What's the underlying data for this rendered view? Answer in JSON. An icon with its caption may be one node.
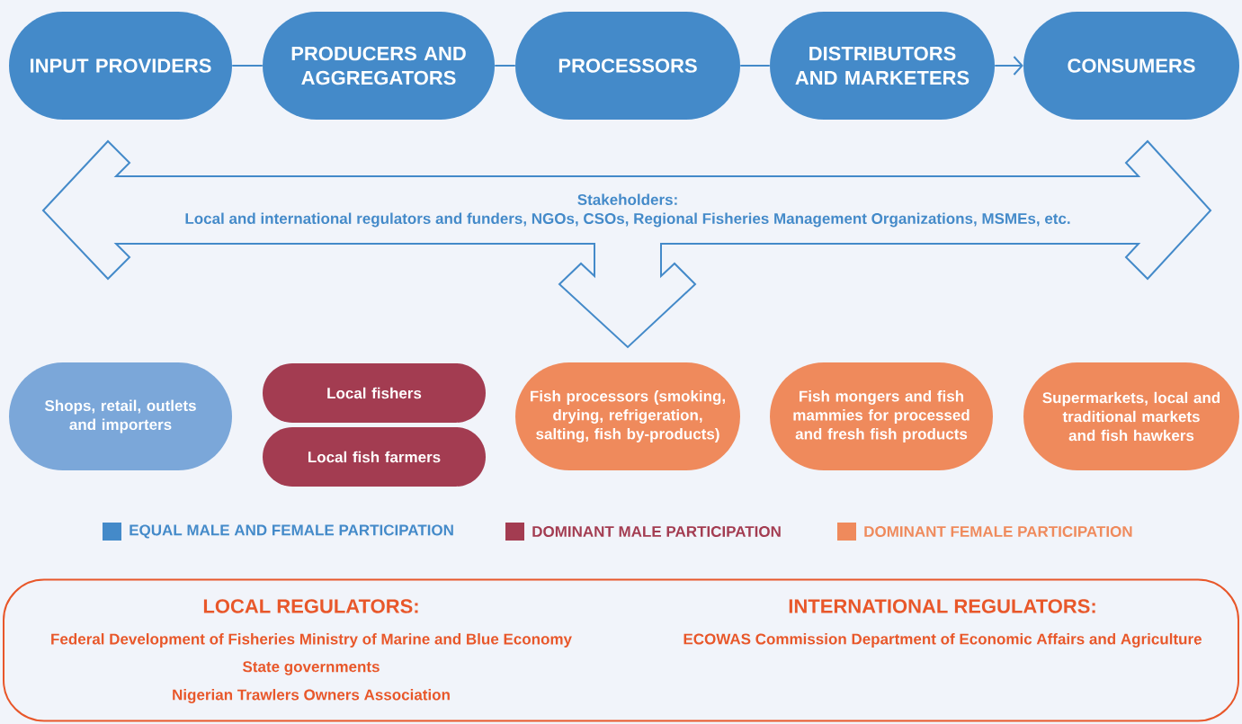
{
  "diagram": {
    "nodes": [
      {
        "text": [
          "INPUT PROVIDERS"
        ]
      },
      {
        "text": [
          "PRODUCERS AND AGGREGATORS"
        ]
      },
      {
        "text": [
          "PROCESSORS"
        ]
      },
      {
        "text": [
          "DISTRIBUTORS AND MARKETERS"
        ]
      },
      {
        "text": [
          "CONSUMERS"
        ]
      },
      {
        "text": [
          "Stakeholders:",
          "Local and international regulators and funders, NGOs, CSOs, Regional Fisheries Management Organizations, MSMEs, etc."
        ]
      },
      {
        "text": [
          "Shops, retail, outlets and importers"
        ]
      },
      {
        "text": [
          "Local fishers"
        ]
      },
      {
        "text": [
          "Local fish farmers"
        ]
      },
      {
        "text": [
          "Fish processors (smoking, drying, refrigeration, salting, fish by-products)"
        ]
      },
      {
        "text": [
          "Fish mongers and fish mammies for processed and fresh fish products"
        ]
      },
      {
        "text": [
          "Supermarkets, local and traditional markets and fish hawkers"
        ]
      },
      {
        "text": [
          "LOCAL REGULATORS:",
          "Federal Development of Fisheries Ministry of Marine and Blue Economy",
          "State governments",
          "Nigerian Trawlers Owners Association",
          "INTERNATIONAL REGULATORS:",
          "ECOWAS Commission Department of Economic Affairs and Agriculture"
        ]
      }
    ],
    "edges": [
      {
        "from": 0,
        "to": 1,
        "arrow": "none"
      },
      {
        "from": 1,
        "to": 2,
        "arrow": "none"
      },
      {
        "from": 2,
        "to": 3,
        "arrow": "none"
      },
      {
        "from": 3,
        "to": 4,
        "arrow": "to"
      }
    ],
    "legend": [
      {
        "text": "EQUAL MALE AND FEMALE PARTICIPATION",
        "color": "#448ac9"
      },
      {
        "text": "DOMINANT MALE PARTICIPATION",
        "color": "#a33c51"
      },
      {
        "text": "DOMINANT FEMALE PARTICIPATION",
        "color": "#ef8a5c"
      }
    ]
  }
}
